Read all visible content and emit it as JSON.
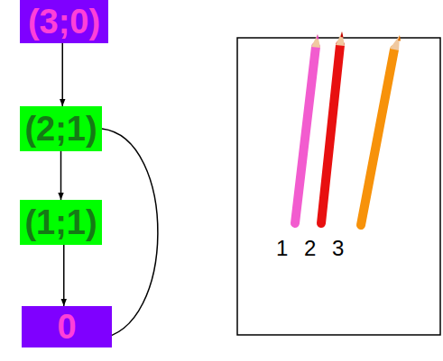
{
  "diagram": {
    "nodes": [
      {
        "text": [
          "(3;0)"
        ]
      },
      {
        "text": [
          "(2;1)"
        ]
      },
      {
        "text": [
          "(1;1)"
        ]
      },
      {
        "text": [
          "0"
        ]
      }
    ],
    "edges": [
      {
        "from": 0,
        "to": 1,
        "arrow": "to"
      },
      {
        "from": 1,
        "to": 2,
        "arrow": "to"
      },
      {
        "from": 2,
        "to": 3,
        "arrow": "to"
      },
      {
        "from": 1,
        "to": 3,
        "arrow": "to"
      }
    ],
    "labels": [
      "1",
      "2",
      "3"
    ]
  }
}
